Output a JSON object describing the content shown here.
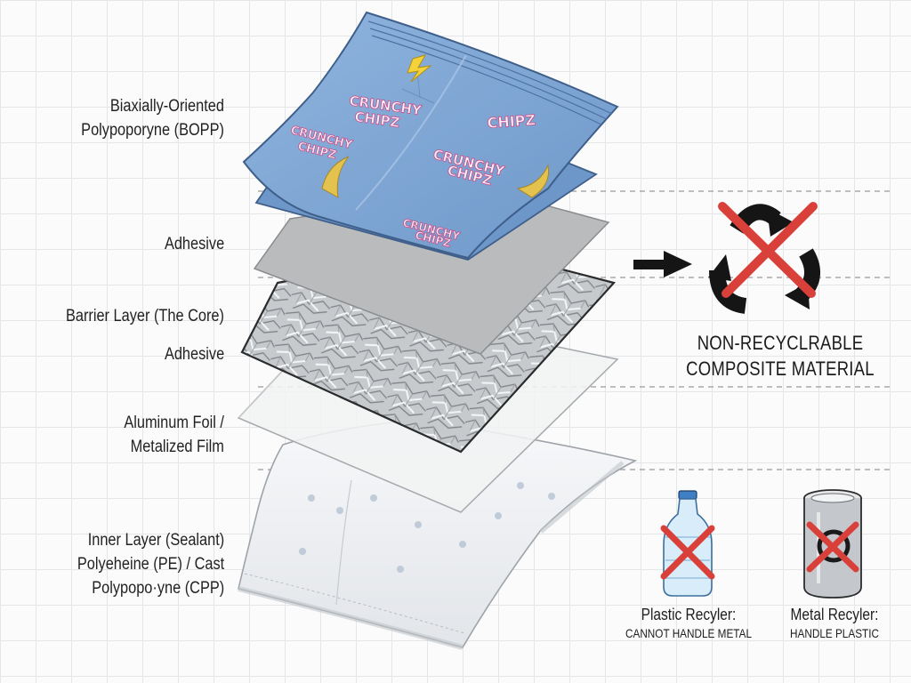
{
  "layers": [
    {
      "label_lines": [
        "Biaxially-Oriented",
        "Polypoporyne (BOPP)"
      ]
    },
    {
      "label_lines": [
        "Adhesive"
      ]
    },
    {
      "label_lines": [
        "Barrier Layer (The Core)"
      ]
    },
    {
      "label_lines": [
        "Adhesive"
      ]
    },
    {
      "label_lines": [
        "Aluminum Foil /",
        "Metalized Film"
      ]
    },
    {
      "label_lines": [
        "Inner Layer (Sealant)",
        "Polyeheine (PE) / Cast",
        "Polypopo·yne (CPP)"
      ]
    }
  ],
  "bag_print": {
    "brand_top": "CRUNCHY",
    "brand_bottom": "CHIPZ"
  },
  "warning": {
    "line1": "NON-RECYCLRABLE",
    "line2": "COMPOSITE MATERIAL"
  },
  "recyclers": {
    "plastic": {
      "title": "Plastic Recyler:",
      "note": "CANNOT HANDLE METAL"
    },
    "metal": {
      "title": "Metal Recyler:",
      "note": "HANDLE PLASTIC"
    }
  },
  "colors": {
    "bag_blue": "#7fa6d4",
    "cross_red": "#d9403a",
    "foil_grey": "#b8bcc0",
    "adhesive_grey": "#b9bbbd",
    "dashed_line": "#9a9a9a"
  },
  "icons": [
    "recycle-icon",
    "red-cross-icon",
    "arrow-right-icon",
    "plastic-bottle-icon",
    "metal-can-icon"
  ]
}
